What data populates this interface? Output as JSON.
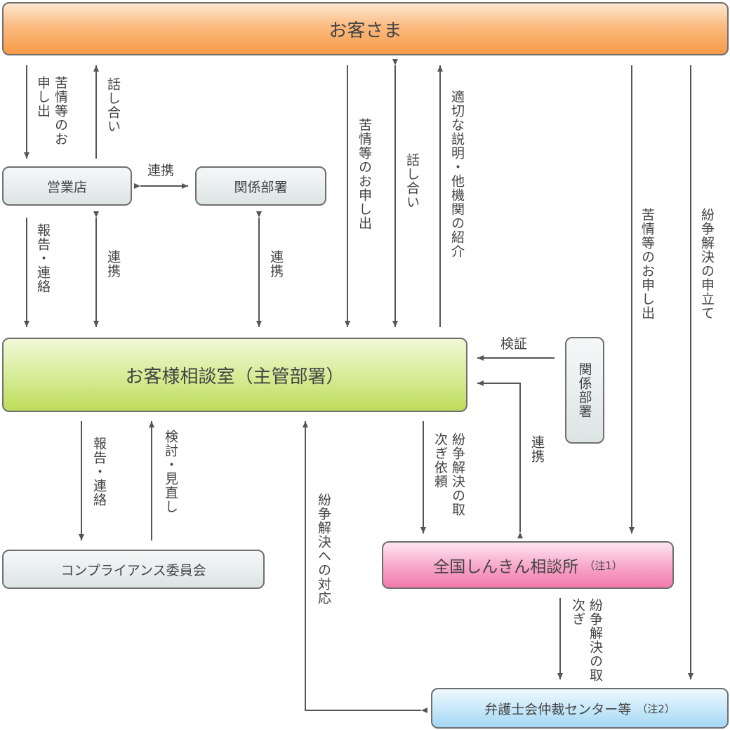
{
  "boxes": {
    "customer": "お客さま",
    "branch": "営業店",
    "related_dept_top": "関係部署",
    "consult_room": "お客様相談室（主管部署）",
    "related_dept_right": "関係部署",
    "compliance": "コンプライアンス委員会",
    "zenkoku": "全国しんきん相談所",
    "zenkoku_note": "（注1）",
    "bengoshi": "弁護士会仲裁センター等",
    "bengoshi_note": "（注2）"
  },
  "labels": {
    "cust_to_branch": "苦情等のお申し出",
    "branch_to_cust": "話し合い",
    "branch_related_link": "連携",
    "branch_report": "報告・連絡",
    "branch_link": "連携",
    "related_link": "連携",
    "cust_to_room": "苦情等のお申し出",
    "room_talk": "話し合い",
    "room_explain": "適切な説明・他機関の紹介",
    "cust_to_zenkoku": "苦情等のお申し出",
    "cust_to_bengoshi": "紛争解決の申立て",
    "verify": "検証",
    "room_report": "報告・連絡",
    "compliance_review": "検討・見直し",
    "dispute_response": "紛争解決への対応",
    "dispute_request": "紛争解決の取次ぎ依頼",
    "zenkoku_link": "連携",
    "dispute_forward": "紛争解決の取次ぎ"
  },
  "colors": {
    "arrow": "#555555",
    "border": "#6f6f6f"
  }
}
